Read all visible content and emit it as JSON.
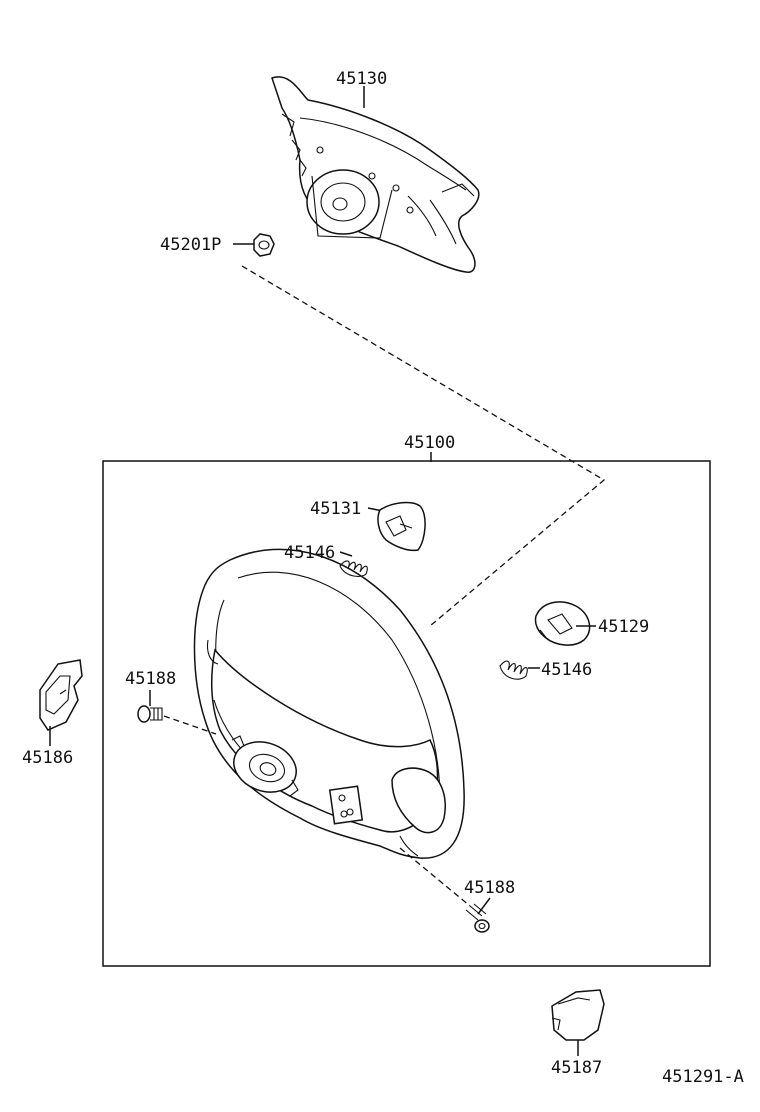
{
  "diagram_id": "451291-A",
  "parts": {
    "airbag_pad": "45130",
    "nut": "45201P",
    "steering_wheel_assy": "45100",
    "horn_button_upper": "45131",
    "horn_spring_left": "45146",
    "horn_button_right": "45129",
    "horn_spring_right": "45146",
    "screw_left": "45188",
    "cover_left": "45186",
    "screw_bottom": "45188",
    "cover_bottom": "45187"
  }
}
